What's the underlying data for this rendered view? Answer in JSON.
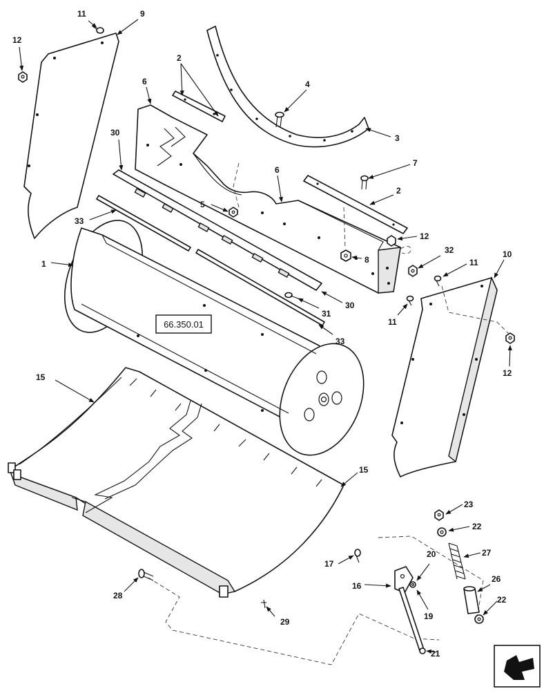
{
  "reference_box": {
    "text": "66.350.01"
  },
  "callouts": [
    "11",
    "9",
    "12",
    "2",
    "4",
    "6",
    "3",
    "30",
    "7",
    "2",
    "6",
    "5",
    "33",
    "12",
    "32",
    "1",
    "8",
    "11",
    "10",
    "30",
    "31",
    "11",
    "33",
    "12",
    "15",
    "15",
    "23",
    "22",
    "27",
    "17",
    "20",
    "26",
    "16",
    "28",
    "19",
    "22",
    "29",
    "21"
  ],
  "nav": {
    "icon": "arrow-icon"
  }
}
